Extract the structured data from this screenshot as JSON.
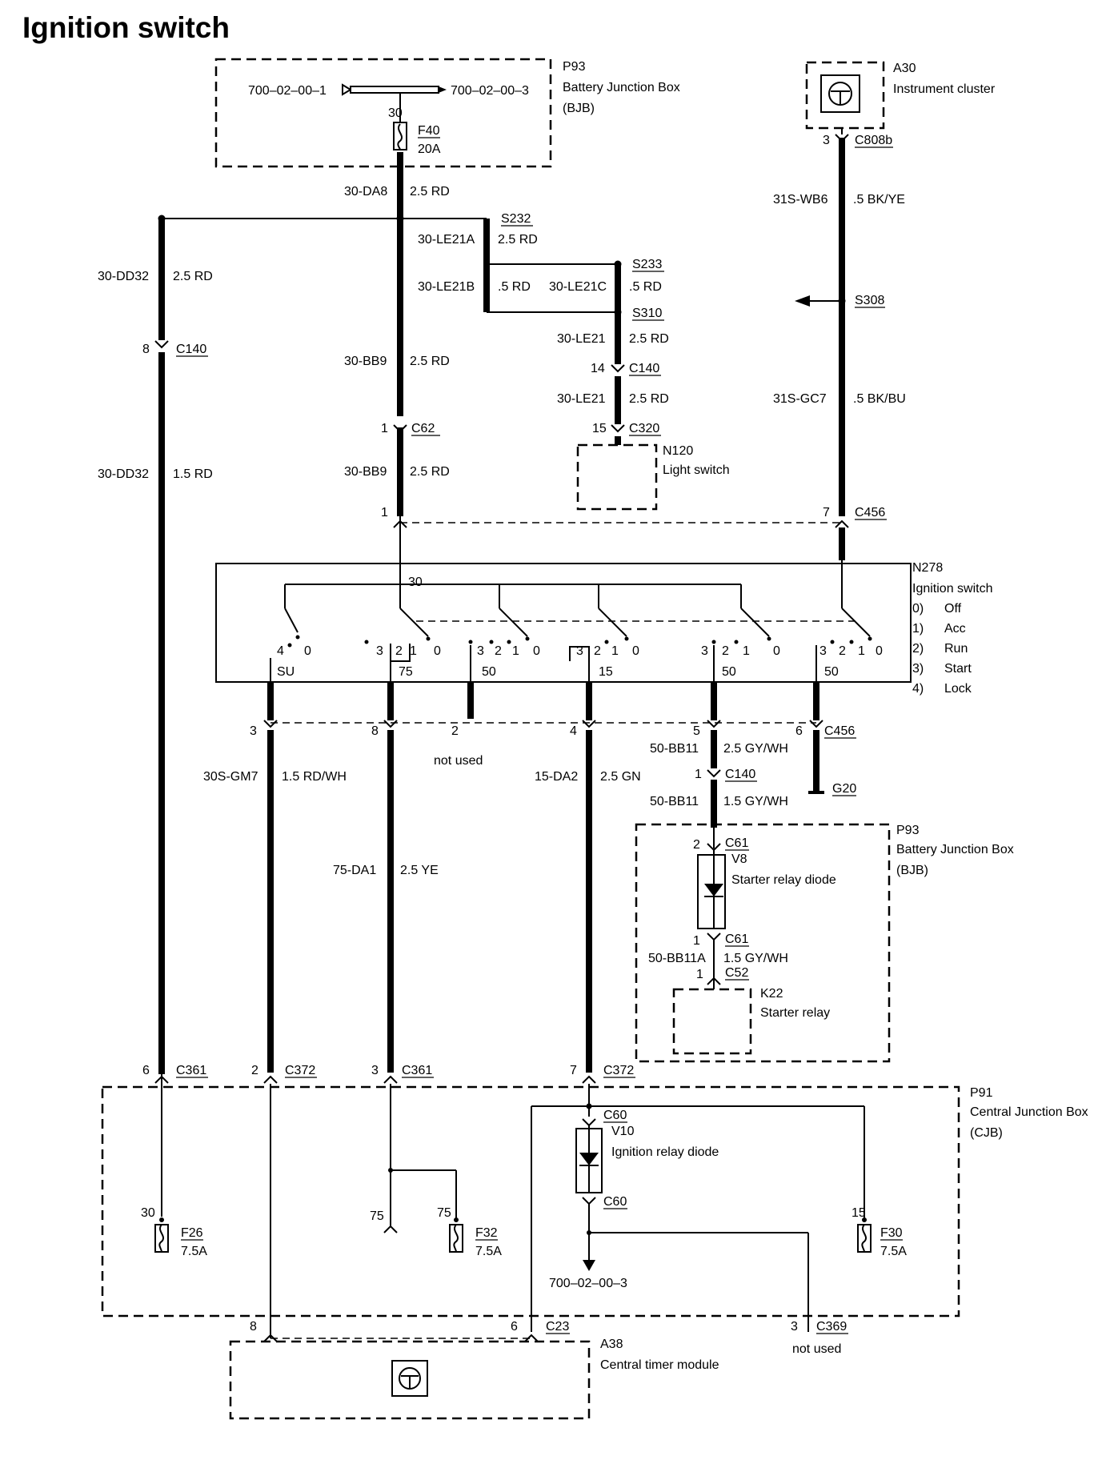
{
  "title": "Ignition switch",
  "components": {
    "p93_top": {
      "id": "P93",
      "name": "Battery Junction Box",
      "abbr": "(BJB)",
      "ref_left": "700–02–00–1",
      "ref_right": "700–02–00–3",
      "terminal": "30"
    },
    "f40": {
      "id": "F40",
      "rating": "20A"
    },
    "a30": {
      "id": "A30",
      "name": "Instrument cluster",
      "pin": "3",
      "connector": "C808b"
    },
    "n120": {
      "id": "N120",
      "name": "Light switch"
    },
    "n278": {
      "id": "N278",
      "name": "Ignition switch",
      "terminal": "30",
      "positions": [
        {
          "num": "0)",
          "label": "Off"
        },
        {
          "num": "1)",
          "label": "Acc"
        },
        {
          "num": "2)",
          "label": "Run"
        },
        {
          "num": "3)",
          "label": "Start"
        },
        {
          "num": "4)",
          "label": "Lock"
        }
      ],
      "bottom_labels": [
        "SU",
        "75",
        "50",
        "15",
        "50",
        "50"
      ]
    },
    "p93_lower": {
      "id": "P93",
      "name": "Battery Junction Box",
      "abbr": "(BJB)"
    },
    "v8": {
      "id": "V8",
      "name": "Starter relay diode"
    },
    "k22": {
      "id": "K22",
      "name": "Starter relay"
    },
    "p91": {
      "id": "P91",
      "name": "Central Junction Box",
      "abbr": "(CJB)"
    },
    "v10": {
      "id": "V10",
      "name": "Ignition relay diode"
    },
    "f26": {
      "id": "F26",
      "rating": "7.5A",
      "terminal": "30"
    },
    "f32": {
      "id": "F32",
      "rating": "7.5A",
      "terminal": "75"
    },
    "f30": {
      "id": "F30",
      "rating": "7.5A",
      "terminal": "15"
    },
    "a38": {
      "id": "A38",
      "name": "Central timer module"
    },
    "ref_700_3": "700–02–00–3",
    "cjb_75_left": "75"
  },
  "splices": [
    "S232",
    "S233",
    "S310",
    "S308"
  ],
  "ground": "G20",
  "not_used": "not used",
  "wires": {
    "w30_da8": {
      "code": "30-DA8",
      "spec": "2.5 RD"
    },
    "w30_le21a": {
      "code": "30-LE21A",
      "spec": "2.5 RD"
    },
    "w30_le21b": {
      "code": "30-LE21B",
      "spec": ".5 RD"
    },
    "w30_le21c": {
      "code": "30-LE21C",
      "spec": ".5 RD"
    },
    "w30_le21_1": {
      "code": "30-LE21",
      "spec": "2.5 RD"
    },
    "w30_le21_2": {
      "code": "30-LE21",
      "spec": "2.5 RD"
    },
    "w30_dd32_1": {
      "code": "30-DD32",
      "spec": "2.5 RD"
    },
    "w30_dd32_2": {
      "code": "30-DD32",
      "spec": "1.5 RD"
    },
    "w30_bb9_1": {
      "code": "30-BB9",
      "spec": "2.5 RD"
    },
    "w30_bb9_2": {
      "code": "30-BB9",
      "spec": "2.5 RD"
    },
    "w31s_wb6": {
      "code": "31S-WB6",
      "spec": ".5 BK/YE"
    },
    "w31s_gc7": {
      "code": "31S-GC7",
      "spec": ".5 BK/BU"
    },
    "w30s_gm7": {
      "code": "30S-GM7",
      "spec": "1.5 RD/WH"
    },
    "w75_da1": {
      "code": "75-DA1",
      "spec": "2.5 YE"
    },
    "w15_da2": {
      "code": "15-DA2",
      "spec": "2.5 GN"
    },
    "w50_bb11_1": {
      "code": "50-BB11",
      "spec": "2.5 GY/WH"
    },
    "w50_bb11_2": {
      "code": "50-BB11",
      "spec": "1.5 GY/WH"
    },
    "w50_bb11a": {
      "code": "50-BB11A",
      "spec": "1.5 GY/WH"
    }
  },
  "connectors": {
    "c140_left": {
      "pin": "8",
      "id": "C140"
    },
    "c62": {
      "pin": "1",
      "id": "C62"
    },
    "c140_mid": {
      "pin": "14",
      "id": "C140"
    },
    "c320": {
      "pin": "15",
      "id": "C320"
    },
    "c456_top_1": {
      "pin": "1"
    },
    "c456_top_7": {
      "pin": "7",
      "id": "C456"
    },
    "c456_b1": {
      "pin": "3"
    },
    "c456_b2": {
      "pin": "8"
    },
    "c456_b3": {
      "pin": "2"
    },
    "c456_b4": {
      "pin": "4"
    },
    "c456_b5": {
      "pin": "5"
    },
    "c456_b6": {
      "pin": "6",
      "id": "C456"
    },
    "c140_right": {
      "pin": "1",
      "id": "C140"
    },
    "c61_top": {
      "pin": "2",
      "id": "C61"
    },
    "c61_bot": {
      "pin": "1",
      "id": "C61"
    },
    "c52": {
      "pin": "1",
      "id": "C52"
    },
    "c361_left": {
      "pin": "6",
      "id": "C361"
    },
    "c372_left": {
      "pin": "2",
      "id": "C372"
    },
    "c361_mid": {
      "pin": "3",
      "id": "C361"
    },
    "c372_right": {
      "pin": "7",
      "id": "C372"
    },
    "c60_top": {
      "id": "C60"
    },
    "c60_bot": {
      "id": "C60"
    },
    "c23_8": {
      "pin": "8"
    },
    "c23_6": {
      "pin": "6",
      "id": "C23"
    },
    "c369": {
      "pin": "3",
      "id": "C369"
    }
  },
  "switch_contacts": [
    [
      "4",
      "0"
    ],
    [
      "3",
      "2",
      "1",
      "0"
    ],
    [
      "3",
      "2",
      "1",
      "0"
    ],
    [
      "3",
      "2",
      "1",
      "0"
    ],
    [
      "3",
      "2",
      "1",
      "0"
    ],
    [
      "3",
      "2",
      "1",
      "0"
    ]
  ]
}
